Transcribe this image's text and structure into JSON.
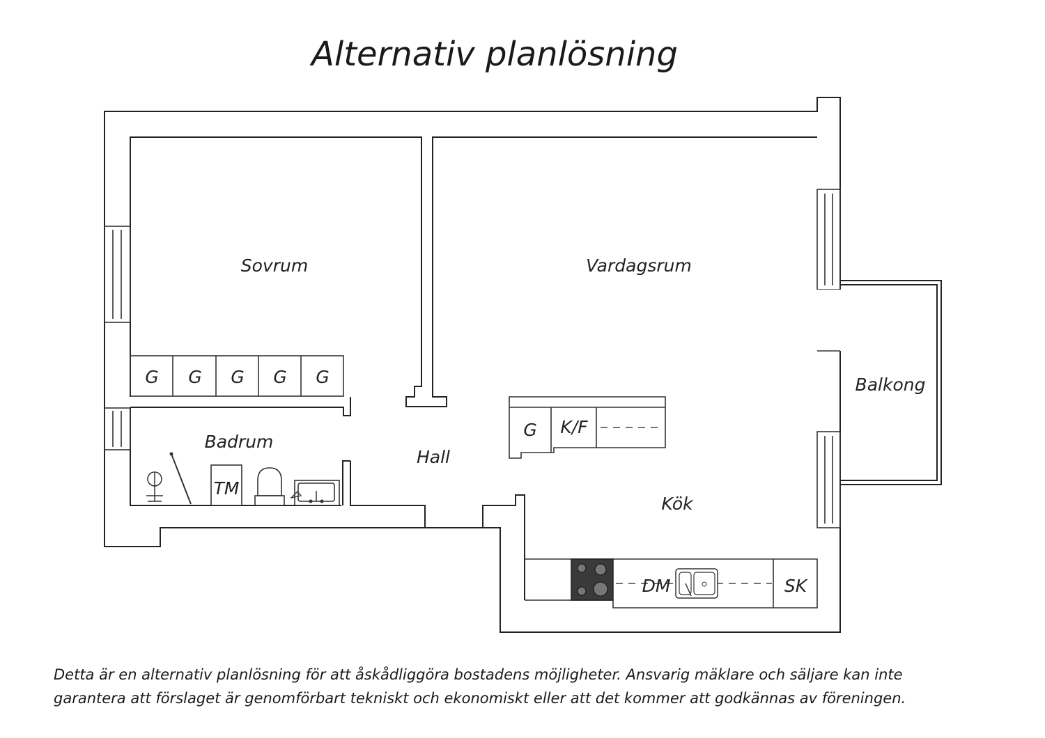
{
  "title": "Alternativ planlösning",
  "rooms": {
    "sovrum": "Sovrum",
    "vardagsrum": "Vardagsrum",
    "balkong": "Balkong",
    "badrum": "Badrum",
    "hall": "Hall",
    "kok": "Kök"
  },
  "fixtures": {
    "wardrobe": "G",
    "fridge_freezer": "K/F",
    "washing_machine": "TM",
    "dishwasher": "DM",
    "tall_cabinet": "SK"
  },
  "disclaimer": {
    "line1": "Detta är en alternativ planlösning för att åskådliggöra bostadens möjligheter. Ansvarig mäklare och säljare kan inte",
    "line2": "garantera att förslaget är genomförbart tekniskt och ekonomiskt eller att det kommer att godkännas av föreningen."
  }
}
